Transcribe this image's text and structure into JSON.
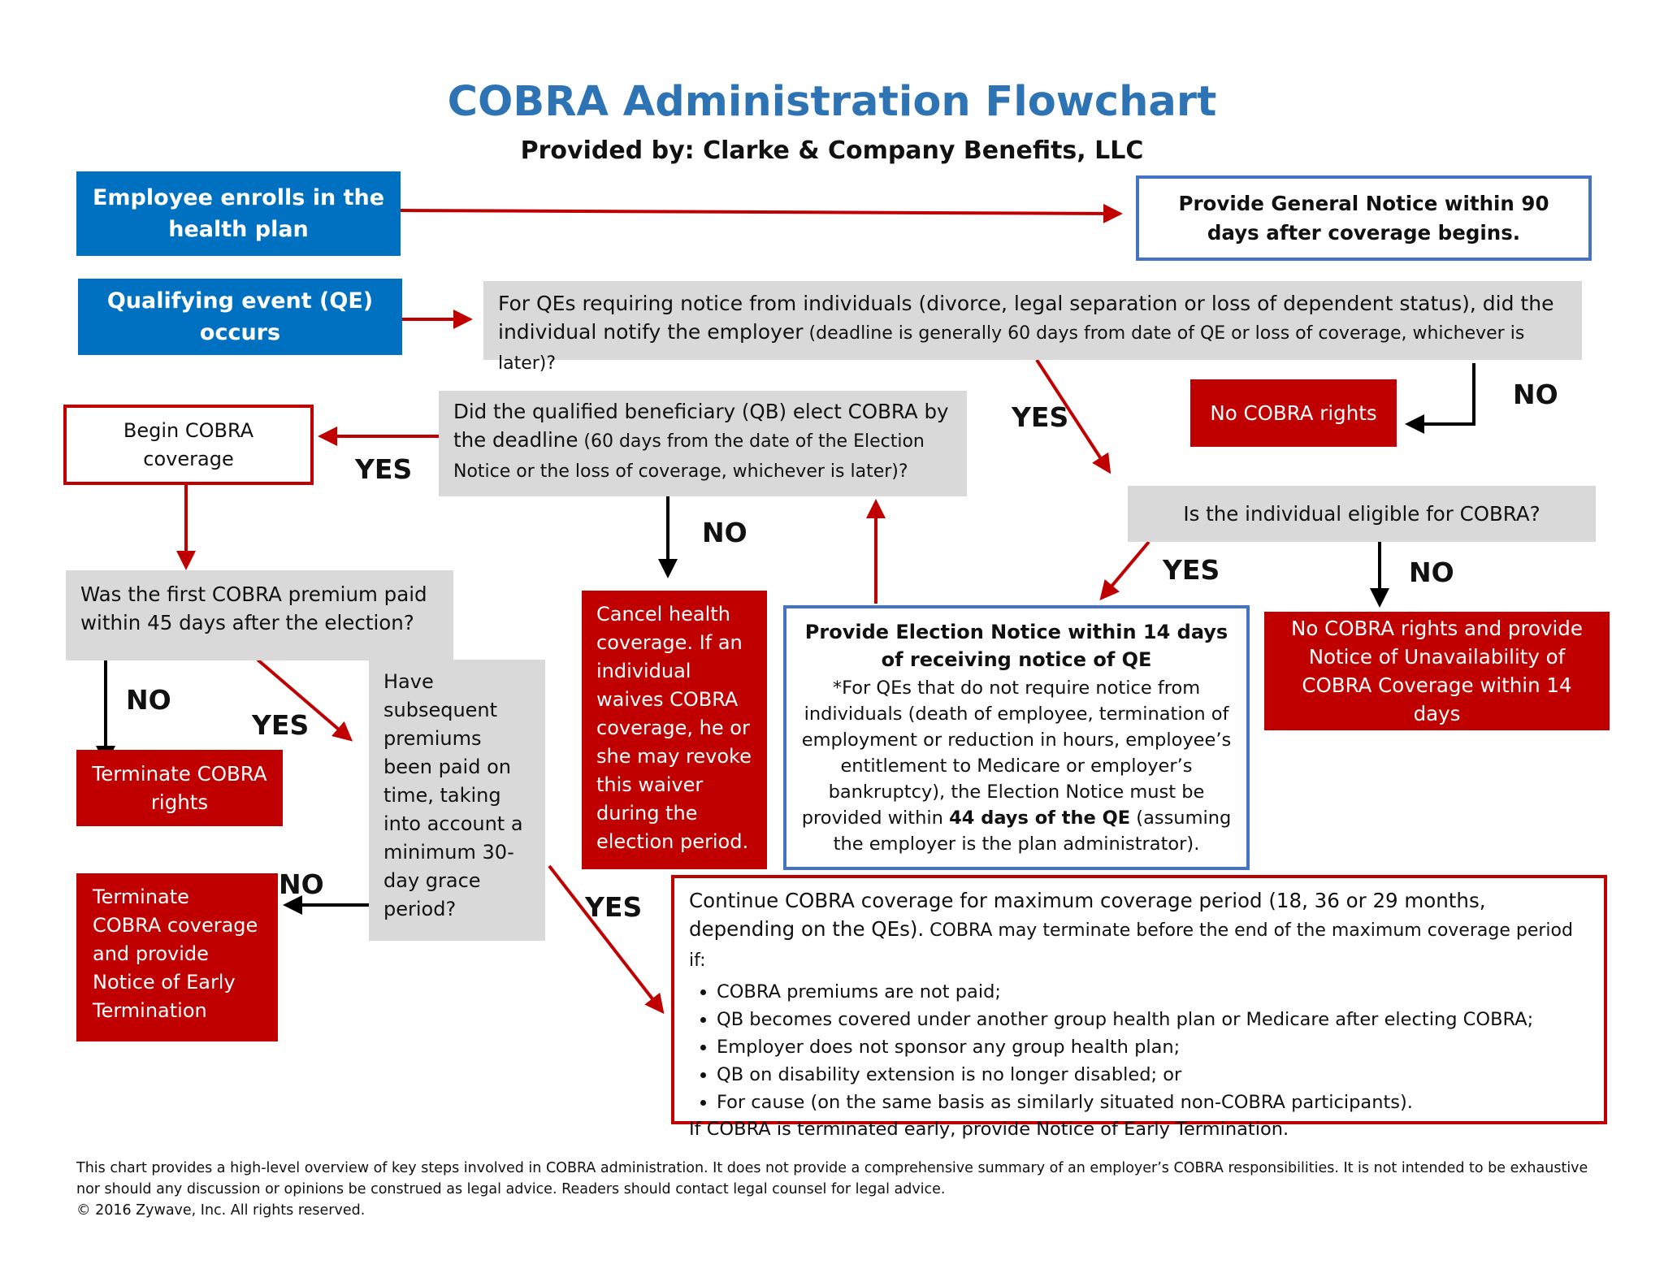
{
  "header": {
    "title": "COBRA Administration Flowchart",
    "subtitle": "Provided by: Clarke & Company Benefits, LLC"
  },
  "nodes": {
    "enroll": "Employee enrolls in the health plan",
    "general_notice": "Provide General Notice within 90 days after coverage begins.",
    "qe": "Qualifying event (QE) occurs",
    "qe_notice_bold": "For QEs requiring notice from individuals (divorce, legal separation or loss of dependent status), did the individual notify the employer",
    "qe_notice_small": " (deadline is generally 60 days from date of QE or loss of coverage, whichever is later)?",
    "no_rights": "No COBRA rights",
    "begin": "Begin COBRA coverage",
    "elect_bold": "Did the qualified beneficiary (QB) elect COBRA by the deadline",
    "elect_small": " (60 days from the date of the Election Notice or the loss of coverage, whichever is later)?",
    "eligible": "Is the individual eligible for COBRA?",
    "first_premium": "Was the first COBRA premium paid within 45 days after the election?",
    "cancel": "Cancel health coverage. If an individual waives COBRA coverage, he or she may revoke this waiver during the election period.",
    "election_notice_title": "Provide Election Notice within 14 days of receiving notice of QE",
    "election_notice_body_1": "*For QEs that do not require notice from individuals (death of employee, termination of employment or reduction in hours, employee’s entitlement to Medicare or employer’s bankruptcy), the Election Notice must be provided within ",
    "election_notice_body_bold": "44 days of the QE",
    "election_notice_body_2": " (assuming the employer is the plan administrator).",
    "unavailability": "No COBRA rights and provide Notice of Unavailability of COBRA Coverage within 14 days",
    "terminate_rights": "Terminate COBRA rights",
    "subsequent": "Have subsequent premiums been paid on time, taking into account a minimum 30-day grace period?",
    "terminate_early": "Terminate COBRA coverage and provide Notice of Early Termination",
    "continue_bold": "Continue COBRA coverage for maximum coverage period (18, 36 or 29 months, depending on the QEs).",
    "continue_small": " COBRA may terminate before the end of the maximum coverage period if:",
    "continue_bullets": [
      "COBRA premiums are not paid;",
      "QB becomes covered under another group health plan or Medicare after electing COBRA;",
      "Employer does not sponsor any group health plan;",
      "QB on disability extension is no longer disabled; or",
      "For cause (on the same basis as similarly situated non-COBRA participants)."
    ],
    "continue_footer": "If COBRA is terminated early, provide Notice of Early Termination."
  },
  "labels": {
    "no_qe": "NO",
    "yes_qe": "YES",
    "yes_elect": "YES",
    "no_elect": "NO",
    "yes_eligible": "YES",
    "no_eligible": "NO",
    "no_first": "NO",
    "yes_first": "YES",
    "no_subsequent": "NO",
    "yes_subsequent": "YES"
  },
  "footer": {
    "disclaimer": "This chart provides a high-level overview of key steps involved in COBRA administration. It does not provide a comprehensive summary of an employer’s COBRA responsibilities. It is not intended to be exhaustive nor should any discussion or opinions be construed as legal advice. Readers should contact legal counsel for legal advice.",
    "copyright": "© 2016 Zywave, Inc. All rights reserved."
  },
  "colors": {
    "title_blue": "#2e74b5",
    "box_blue": "#0070c0",
    "box_red": "#c00000",
    "box_gray": "#d9d9d9",
    "outline_blue": "#4472c4",
    "arrow_red": "#c00000",
    "arrow_black": "#000000"
  }
}
